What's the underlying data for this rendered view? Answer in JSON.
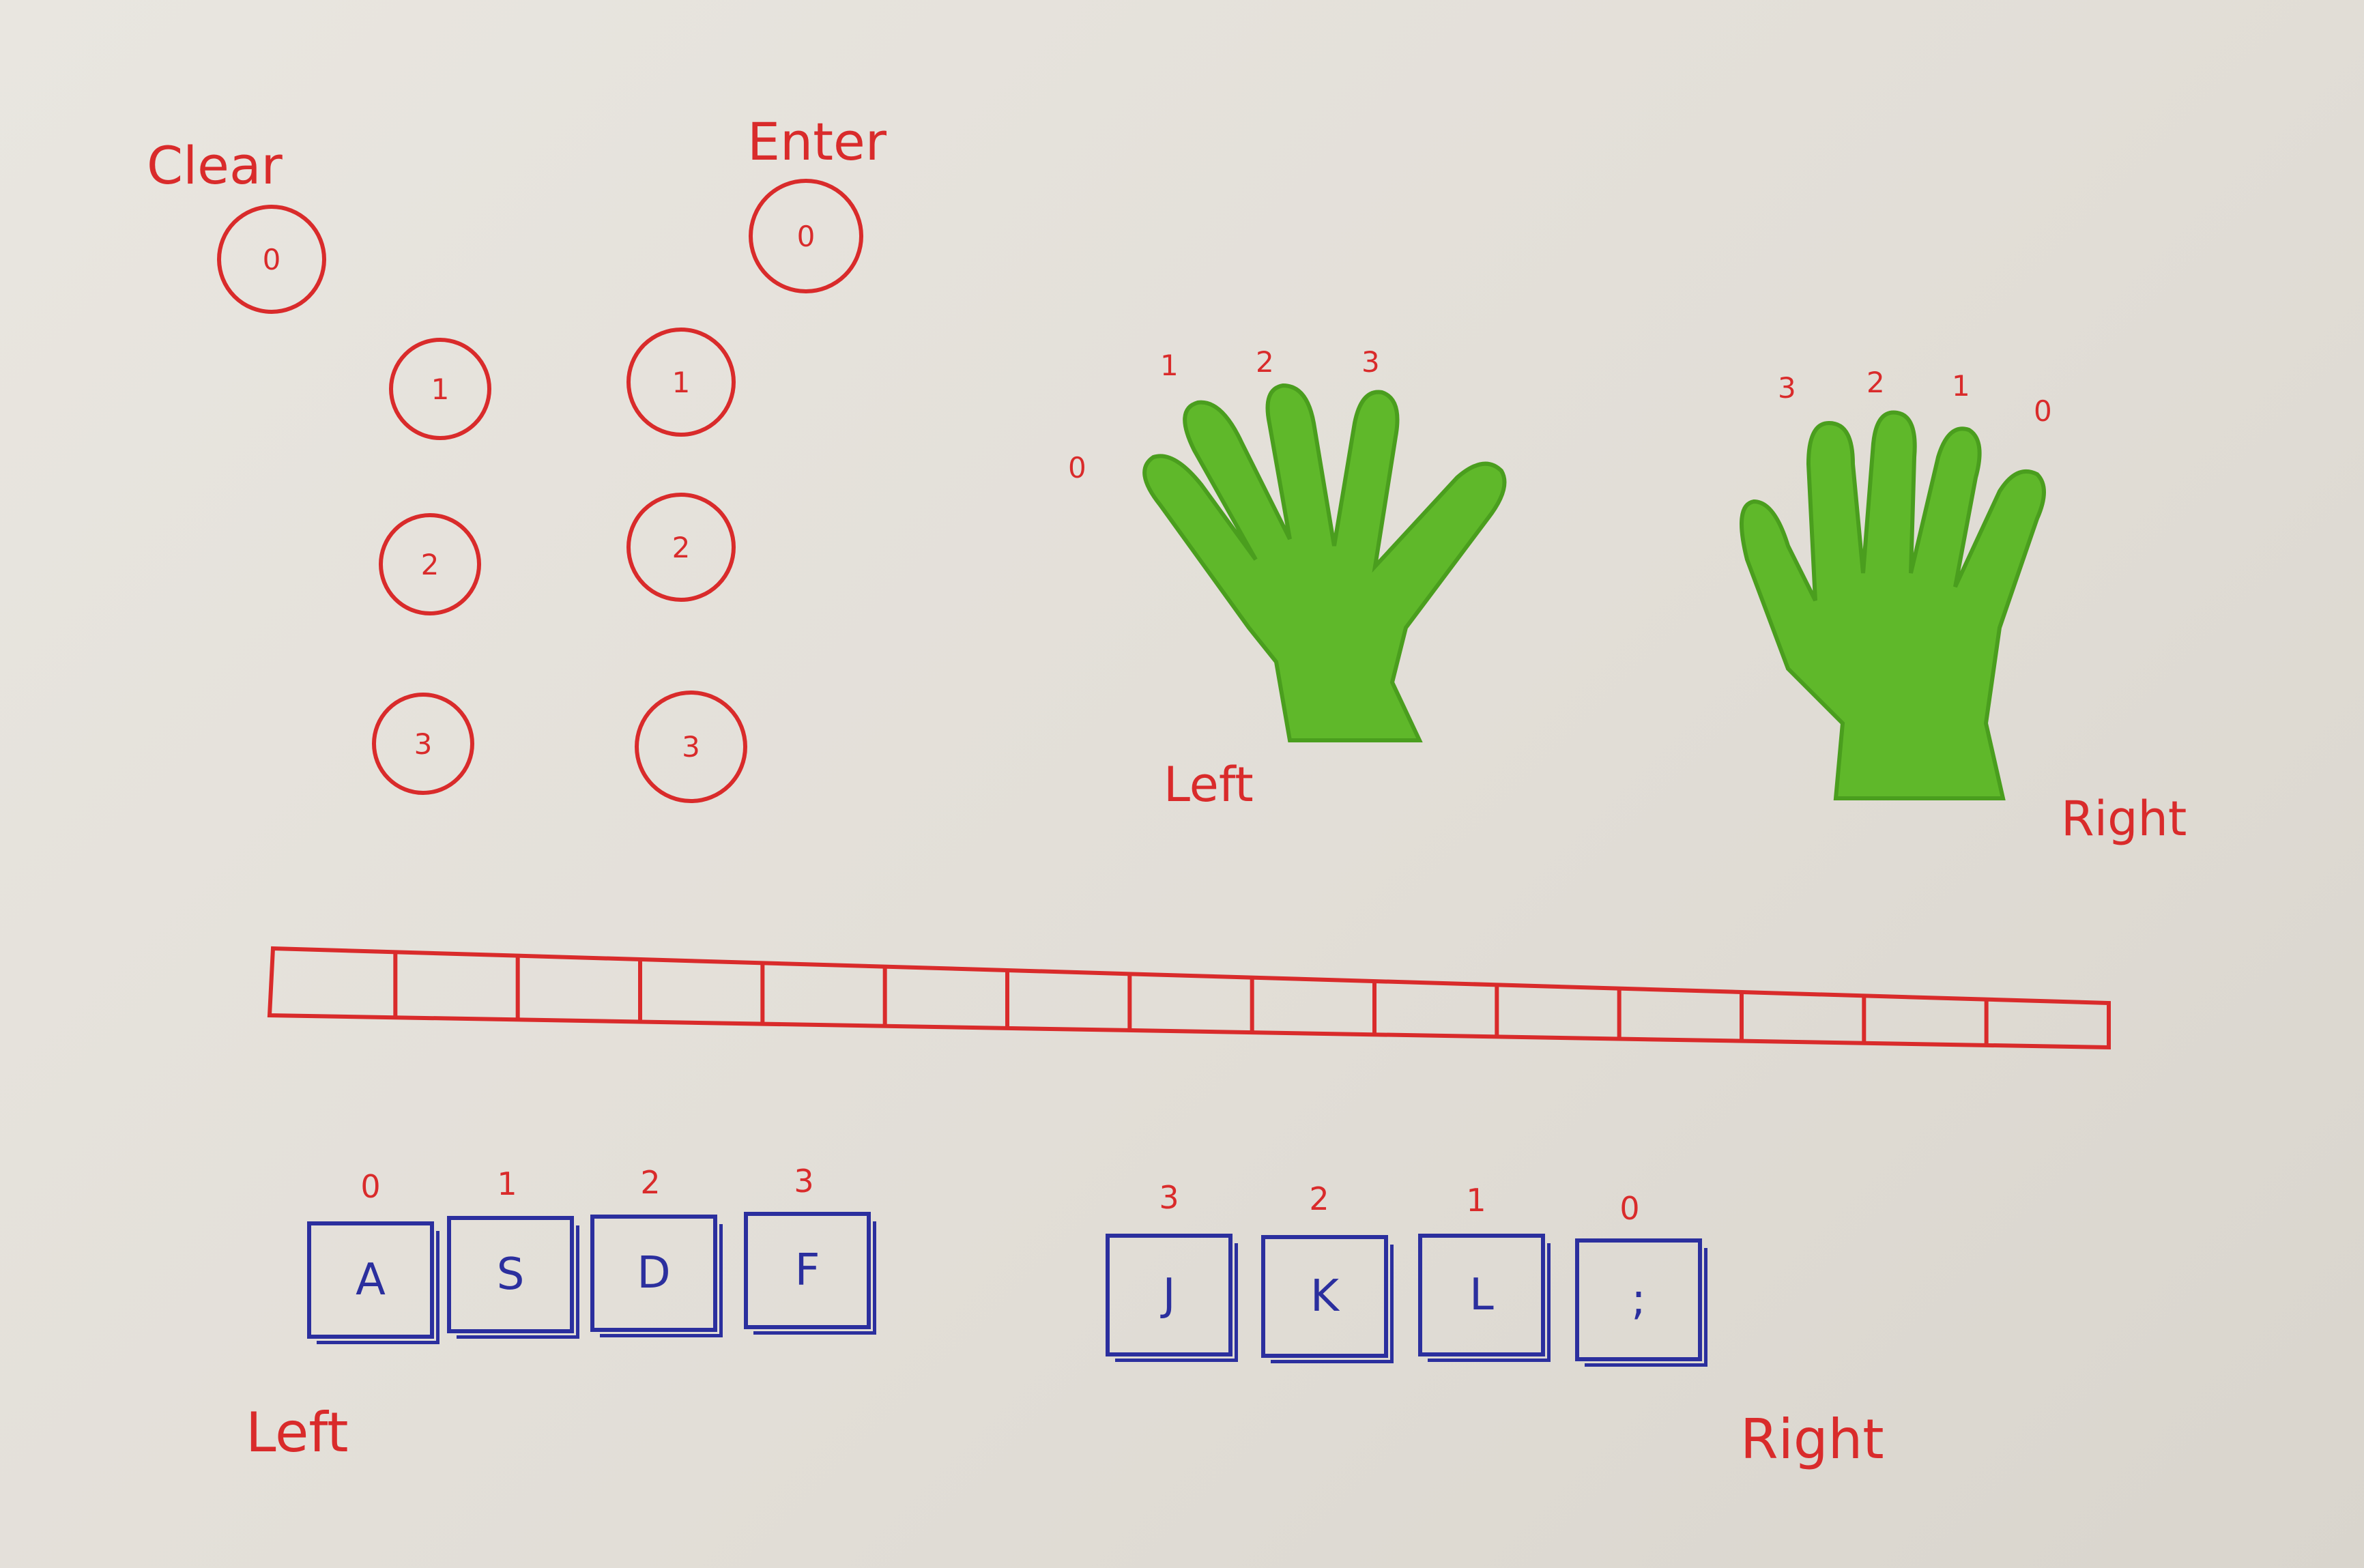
{
  "controls": {
    "clear_label": "Clear",
    "enter_label": "Enter",
    "clear_value": "0",
    "enter_value": "0"
  },
  "left_buttons": [
    "1",
    "2",
    "3"
  ],
  "right_buttons": [
    "1",
    "2",
    "3"
  ],
  "hands": {
    "left": {
      "label": "Left",
      "fingers": [
        "0",
        "1",
        "2",
        "3"
      ]
    },
    "right": {
      "label": "Right",
      "fingers": [
        "3",
        "2",
        "1",
        "0"
      ]
    }
  },
  "input_strip": {
    "cell_count": 15
  },
  "keyboard": {
    "left": {
      "label": "Left",
      "keys": [
        {
          "num": "0",
          "key": "A"
        },
        {
          "num": "1",
          "key": "S"
        },
        {
          "num": "2",
          "key": "D"
        },
        {
          "num": "3",
          "key": "F"
        }
      ]
    },
    "right": {
      "label": "Right",
      "keys": [
        {
          "num": "3",
          "key": "J"
        },
        {
          "num": "2",
          "key": "K"
        },
        {
          "num": "1",
          "key": "L"
        },
        {
          "num": "0",
          "key": ";"
        }
      ]
    }
  },
  "colors": {
    "ink_red": "#d92b2b",
    "ink_blue": "#2b2f9e",
    "hand_green": "#5fb82a"
  }
}
